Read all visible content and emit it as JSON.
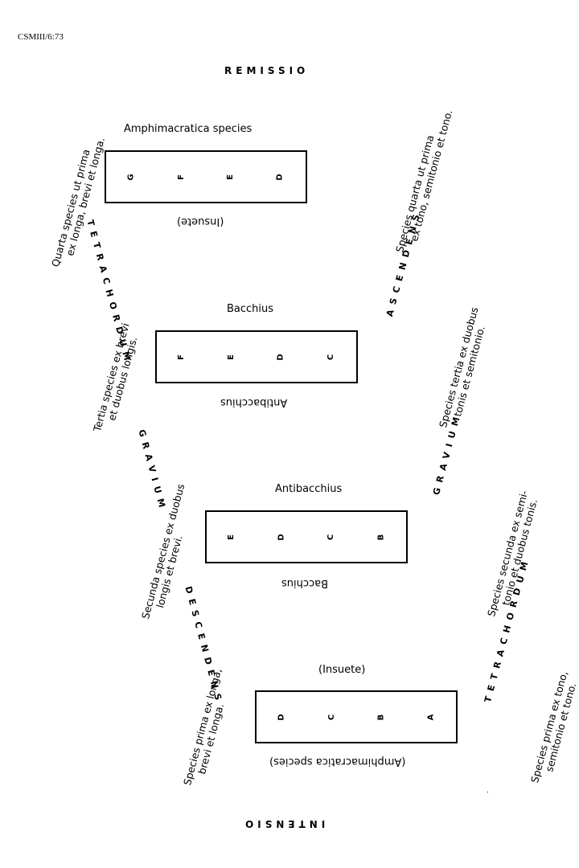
{
  "reference": "CSMIII/6:73",
  "top_title": "REMISSIO",
  "bottom_title": "INTENSIO",
  "tetrachords": [
    {
      "above": "Amphimacratica  species",
      "notes": [
        "G",
        "F",
        "E",
        "D"
      ],
      "below_inverted": "(Insuete)"
    },
    {
      "above": "Bacchius",
      "notes": [
        "F",
        "E",
        "D",
        "C"
      ],
      "below_inverted": "Antibacchius"
    },
    {
      "above": "Antibacchius",
      "notes": [
        "E",
        "D",
        "C",
        "B"
      ],
      "below_inverted": "Bacchius"
    },
    {
      "above": "(Insuete)",
      "notes": [
        "D",
        "C",
        "B",
        "A"
      ],
      "below_inverted": "(Amphimacratica  species)"
    }
  ],
  "left_side": {
    "tetrachordum": "TETRACHORDUM",
    "gravium": "GRAVIUM",
    "descendens": "DESCENDENS",
    "quarta": [
      "Quarta species ut prima",
      "ex longa, brevi et longa."
    ],
    "tertia": [
      "Tertia species ex brevi",
      "et duobus longis."
    ],
    "secunda": [
      "Secunda species ex duobus",
      "longis et brevi."
    ],
    "prima": [
      "Species prima ex longa,",
      "brevi et longa."
    ]
  },
  "right_side": {
    "ascendens": "ASCENDENS",
    "gravium": "GRAVIUM",
    "tetrachordum": "TETRACHORDUM",
    "quarta": [
      "Species quarta ut prima",
      "ex tono, semitonio et tono."
    ],
    "tertia": [
      "Species tertia ex duobus",
      "tonis et semitonio."
    ],
    "secunda": [
      "Species secunda ex semi-",
      "tonio et duobus tonis."
    ],
    "prima": [
      "Species prima ex tono,",
      "semitonio et tono."
    ]
  }
}
